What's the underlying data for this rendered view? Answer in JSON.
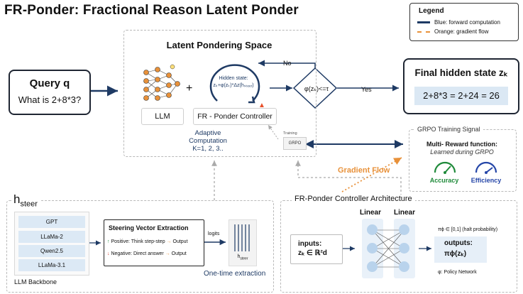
{
  "title": "FR-Ponder: Fractional Reason Latent Ponder",
  "legend": {
    "title": "Legend",
    "blue_label": "Blue: forward computation",
    "orange_label": "Orange: gradient flow",
    "blue_color": "#1e3a64",
    "orange_color": "#e8913a"
  },
  "query": {
    "title": "Query q",
    "text": "What is 2+8*3?"
  },
  "latent_space": {
    "title": "Latent Pondering Space",
    "llm_label": "LLM",
    "plus": "+",
    "controller_label": "FR - Ponder Controller",
    "hidden_state_title": "Hidden state:",
    "hidden_state_formula": "zₖ+φ(zₖ)*Δz(hₛₜₑₑᵣ)",
    "adaptive_line1": "Adaptive Computation",
    "adaptive_line2": "K=1, 2, 3..",
    "training_label": "Training",
    "grpo_small": "GRPO",
    "condition": "φ(zₖ)<=τ",
    "no_label": "No",
    "yes_label": "Yes"
  },
  "final": {
    "title": "Final hidden state zₖ",
    "value": "2+8*3 = 2+24 = 26"
  },
  "grpo": {
    "title": "GRPO Training Signal",
    "subtitle1": "Multi- Reward function:",
    "subtitle2": "Learned during GRPO",
    "accuracy_label": "Accuracy",
    "efficiency_label": "Efficiency",
    "accuracy_color": "#1f8a3a",
    "efficiency_color": "#2546a8"
  },
  "gradient_flow_label": "Gradient Flow",
  "hsteer": {
    "title": "h",
    "title_sub": "steer",
    "models": [
      "GPT",
      "LLaMa-2",
      "Qwen2.5",
      "LLaMa-3.1"
    ],
    "backbone_label": "LLM Backbone",
    "extraction_title": "Steering Vector Extraction",
    "positive_text": "Positive: Think step-step",
    "negative_text": "Negative: Direct answer",
    "output_text": "Output",
    "logits_label": "logits",
    "card_label": "h",
    "card_label_sub": "steer",
    "one_time_label": "One-time extraction"
  },
  "controller": {
    "title": "FR-Ponder Controller Architecture",
    "inputs_line1": "inputs:",
    "inputs_line2": "zₖ ∈ ℝ²d",
    "linear1": "Linear",
    "linear2": "Linear",
    "halt_prob": "πϕ ∈ [0,1] (halt probability)",
    "outputs_line1": "outputs:",
    "outputs_line2": "πϕ(zₖ)",
    "policy_label": "φ: Policy Network"
  }
}
